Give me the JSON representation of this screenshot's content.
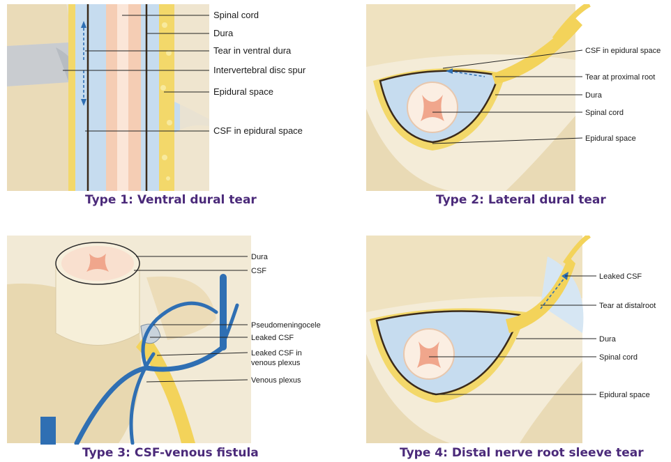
{
  "panels": [
    {
      "caption": "Type 1: Ventral dural tear",
      "labels": [
        "Spinal cord",
        "Dura",
        "Tear in ventral dura",
        "Intervertebral disc spur",
        "Epidural space",
        "CSF in epidural space"
      ]
    },
    {
      "caption": "Type 2: Lateral dural tear",
      "labels": [
        "CSF in epidural space",
        "Tear at proximal root",
        "Dura",
        "Spinal cord",
        "Epidural space"
      ]
    },
    {
      "caption": "Type 3: CSF-venous fistula",
      "labels": [
        "Dura",
        "CSF",
        "Pseudomeningocele",
        "Leaked CSF",
        "Leaked CSF in",
        "venous plexus",
        "Venous plexus"
      ]
    },
    {
      "caption": "Type 4: Distal nerve root sleeve tear",
      "labels": [
        "Leaked CSF",
        "Tear at distalroot",
        "Dura",
        "Spinal cord",
        "Epidural space"
      ]
    }
  ],
  "colors": {
    "caption": "#4b2a7a",
    "bone": "#efe3c4",
    "csf": "#c6dcef",
    "nerve": "#f3d35a",
    "cord": "#f4c2a8",
    "vein": "#2f6fb3"
  }
}
